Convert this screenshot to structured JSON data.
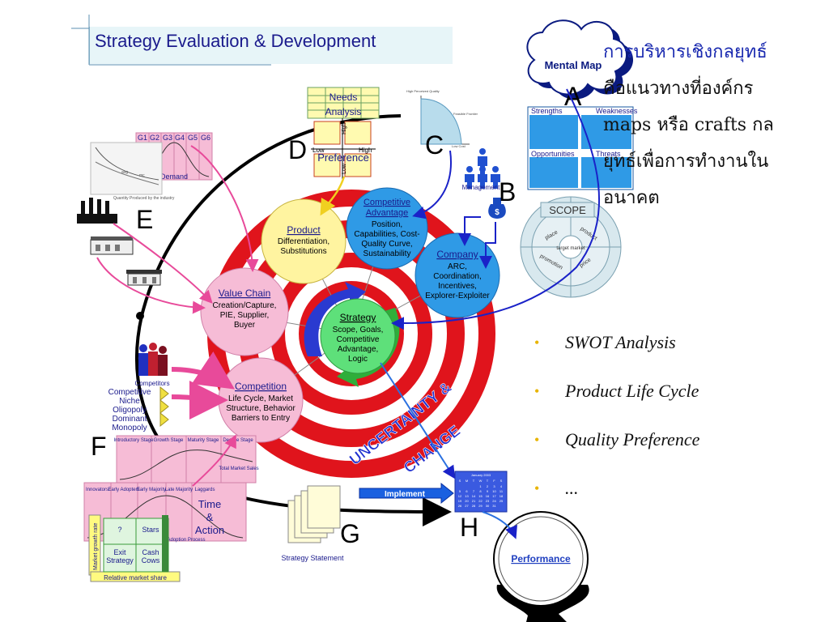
{
  "title": "Strategy Evaluation & Development",
  "thai_lines": [
    "การบริหารเชิงกลยุทธ์",
    "คือแนวทางที่องค์กร",
    "maps หรือ crafts กล",
    "ยุทธ์เพื่อการทำงานใน",
    "อนาคต"
  ],
  "bullets": [
    "SWOT Analysis",
    "Product Life Cycle",
    "Quality Preference",
    "..."
  ],
  "letters": {
    "a": "A",
    "b": "B",
    "c": "C",
    "d": "D",
    "e": "E",
    "f": "F",
    "g": "G",
    "h": "H"
  },
  "mental_map": "Mental Map",
  "swot": {
    "strengths": "Strengths",
    "weaknesses": "Weaknesses",
    "opportunities": "Opportunities",
    "threats": "Threats"
  },
  "scope": {
    "label": "SCOPE",
    "center": "target market",
    "segments": [
      "place",
      "product",
      "promotion",
      "price"
    ]
  },
  "needs": {
    "l1": "Needs",
    "l2": "Analysis",
    "preference": "Preference",
    "low": "Low",
    "high": "High",
    "high_v": "High",
    "low_v": "Low"
  },
  "frontier": {
    "high_quality": "High Perceived Quality",
    "feasible": "Feasible Frontier",
    "low_cost": "Low Cost"
  },
  "demand": {
    "groups": [
      "G1",
      "G2",
      "G3",
      "G4",
      "G5",
      "G6"
    ],
    "label": "Demand"
  },
  "cost_chart": {
    "avg": "avg",
    "mc": "mc",
    "xlabel": "Quantity Produced by the industry"
  },
  "management": "Management",
  "nodes": {
    "product": {
      "title": "Product",
      "l1": "Differentiation,",
      "l2": "Substitutions"
    },
    "advantage": {
      "title1": "Competitive",
      "title2": "Advantage",
      "l1": "Position,",
      "l2": "Capabilities, Cost-",
      "l3": "Quality Curve,",
      "l4": "Sustainability"
    },
    "company": {
      "title": "Company",
      "l1": "ARC,",
      "l2": "Coordination,",
      "l3": "Incentives,",
      "l4": "Explorer-Exploiter"
    },
    "valuechain": {
      "title": "Value Chain",
      "l1": "Creation/Capture,",
      "l2": "PIE, Supplier,",
      "l3": "Buyer"
    },
    "competition": {
      "title": "Competition",
      "l1": "Life Cycle, Market",
      "l2": "Structure, Behavior",
      "l3": "Barriers to Entry"
    },
    "strategy": {
      "title": "Strategy",
      "l1": "Scope, Goals,",
      "l2": "Competitive",
      "l3": "Advantage,",
      "l4": "Logic"
    }
  },
  "uncertainty": {
    "l1": "UNCERTAINTY &",
    "l2": "CHANGE"
  },
  "competitors": {
    "label": "Competitors",
    "types": [
      "Competitive",
      "Niche",
      "Oligopoly",
      "Dominant",
      "Monopoly"
    ]
  },
  "plc": {
    "stages": [
      "Introductory Stage",
      "Growth Stage",
      "Maturity Stage",
      "Decline Stage"
    ],
    "sales": "Total Market Sales"
  },
  "adoption": {
    "groups": [
      "Innovators",
      "Early Adopters",
      "Early Majority",
      "Late Majority",
      "Laggards"
    ],
    "process": "Adoption Process",
    "time1": "Time",
    "time2": "&",
    "time3": "Action"
  },
  "bcg": {
    "q": "?",
    "stars": "Stars",
    "exit1": "Exit",
    "exit2": "Strategy",
    "cash1": "Cash",
    "cash2": "Cows",
    "yaxis": "Market growth rate",
    "xaxis": "Relative market share"
  },
  "implement": "Implement",
  "calendar": {
    "title": "January 2003",
    "days": [
      "S",
      "M",
      "T",
      "W",
      "T",
      "F",
      "S"
    ],
    "nums": [
      "1",
      "2",
      "3",
      "4",
      "5",
      "6",
      "7",
      "8",
      "9",
      "10",
      "11",
      "12",
      "13",
      "14",
      "15",
      "16",
      "17",
      "18",
      "19",
      "20",
      "21",
      "22",
      "23",
      "24",
      "25",
      "26",
      "27",
      "28",
      "29",
      "30",
      "31"
    ]
  },
  "strategy_statement": "Strategy Statement",
  "performance": "Performance",
  "colors": {
    "ring": "#e0141c",
    "node_pink": "#f6bcd6",
    "node_blue": "#2f9ae6",
    "node_yellow": "#fff4a0",
    "strategy_green": "#5ee07a",
    "arrow_blue": "#1a22c8",
    "arrow_pink": "#e84a9a",
    "title_text": "#1a1a8c"
  }
}
